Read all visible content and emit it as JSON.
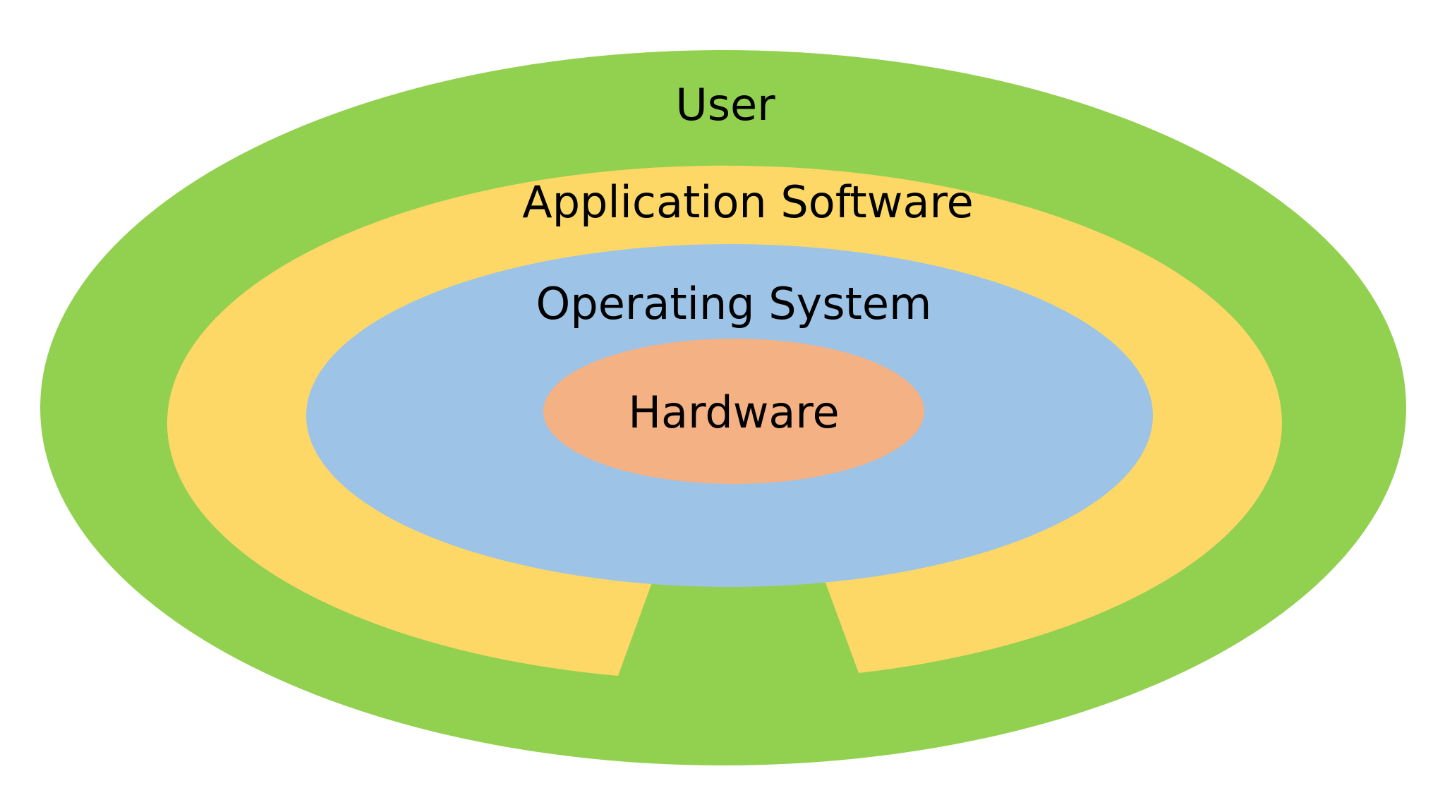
{
  "layers": {
    "user": {
      "label": "User",
      "color": "#92d050"
    },
    "application_software": {
      "label": "Application Software",
      "color": "#fdd866"
    },
    "operating_system": {
      "label": "Operating System",
      "color": "#9dc3e6"
    },
    "hardware": {
      "label": "Hardware",
      "color": "#f4b183"
    }
  }
}
